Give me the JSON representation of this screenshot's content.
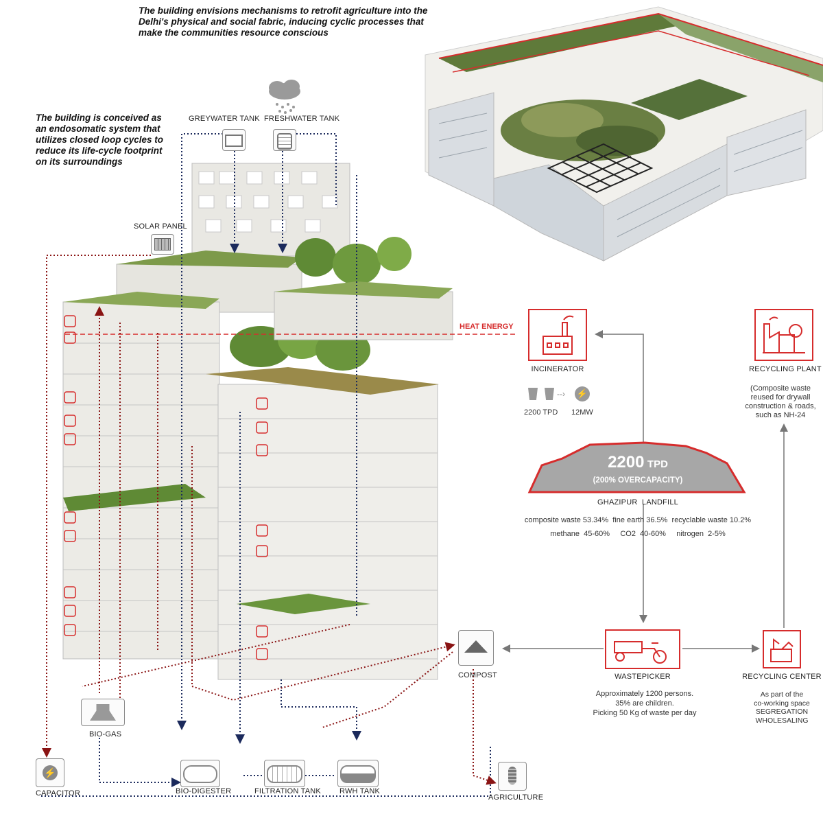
{
  "notes": {
    "top": "The building envisions mechanisms to retrofit agriculture into the Delhi's physical and social fabric, inducing cyclic processes that make the communities resource conscious",
    "left": "The building is conceived as an endosomatic system that utilizes closed loop cycles to reduce its life-cycle footprint on its surroundings"
  },
  "building_labels": {
    "greywater_tank": "GREYWATER TANK",
    "freshwater_tank": "FRESHWATER TANK",
    "solar_panel": "SOLAR PANEL",
    "heat_energy": "HEAT ENERGY",
    "compost": "COMPOST",
    "bio_gas": "BIO-GAS",
    "capacitor": "CAPACITOR",
    "bio_digester": "BIO-DIGESTER",
    "filtration_tank": "FILTRATION TANK",
    "rwh_tank": "RWH TANK",
    "agriculture": "AGRICULTURE"
  },
  "incinerator": {
    "label": "INCINERATOR",
    "input": "2200 TPD",
    "output": "12MW"
  },
  "recycling_plant": {
    "label": "RECYCLING PLANT",
    "note": "(Composite waste reused for drywall construction & roads, such as NH-24"
  },
  "landfill": {
    "amount": "2200",
    "unit": "TPD",
    "capacity": "(200% OVERCAPACITY)",
    "name": "GHAZIPUR  LANDFILL",
    "composition_line1": "composite waste 53.34%  fine earth 36.5%  recyclable waste 10.2%",
    "composition_line2": "methane  45-60%     CO2  40-60%     nitrogen  2-5%"
  },
  "wastepicker": {
    "label": "WASTEPICKER",
    "line1": "Approximately 1200 persons.",
    "line2": "35% are children.",
    "line3": "Picking 50 Kg of waste per day"
  },
  "recycling_center": {
    "label": "RECYCLING CENTER",
    "line1": "As part of the",
    "line2": "co-working space",
    "line3": "SEGREGATION",
    "line4": "WHOLESALING"
  },
  "colors": {
    "accent_red": "#d62c2c",
    "navy_dots": "#1b2a5c",
    "maroon_dots": "#8a1414",
    "grass": "#7d9a4a",
    "building": "#ecebe6"
  }
}
